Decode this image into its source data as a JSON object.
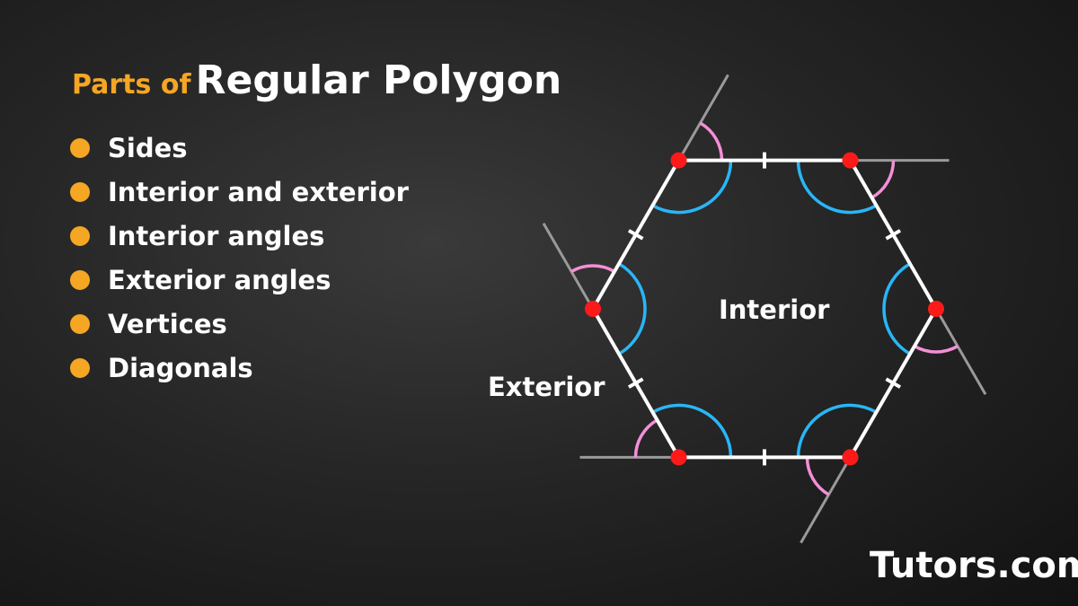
{
  "title": {
    "prefix": "Parts of",
    "main": "Regular Polygon"
  },
  "bullets": [
    "Sides",
    "Interior and exterior",
    "Interior angles",
    "Exterior angles",
    "Vertices",
    "Diagonals"
  ],
  "diagram": {
    "interior_label": "Interior",
    "exterior_label": "Exterior",
    "colors": {
      "side": "#ffffff",
      "extension": "#9a9a9a",
      "vertex": "#ff1a1a",
      "interior_angle": "#29b6f6",
      "exterior_angle": "#f48fd8"
    }
  },
  "brand": "Tutors.com",
  "colors": {
    "accent": "#f5a623",
    "text": "#ffffff"
  }
}
